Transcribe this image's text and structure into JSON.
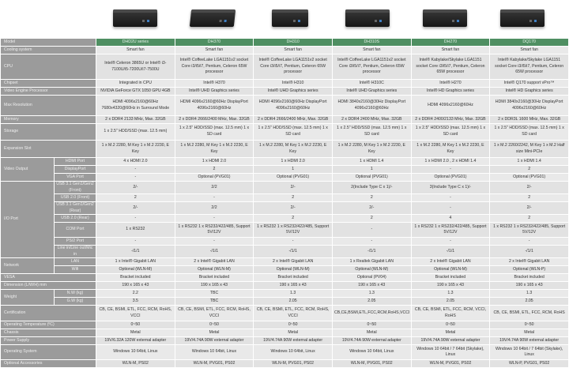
{
  "product_images": [
    {
      "name": "DHD2U series",
      "icon": "mini-pc-image"
    },
    {
      "name": "DH370",
      "icon": "mini-pc-image"
    },
    {
      "name": "DH310",
      "icon": "mini-pc-image"
    },
    {
      "name": "DH310S",
      "icon": "mini-pc-image"
    },
    {
      "name": "DH270",
      "icon": "mini-pc-image"
    },
    {
      "name": "DQ170",
      "icon": "mini-pc-image"
    }
  ],
  "table": {
    "header_label": "Model",
    "models": [
      "DHD2U series",
      "DH370",
      "DH310",
      "DH310S",
      "DH270",
      "DQ170"
    ],
    "rows": [
      {
        "label": "Cooling system",
        "values": [
          "Smart fan",
          "Smart fan",
          "Smart fan",
          "Smart fan",
          "Smart fan",
          "Smart fan"
        ]
      },
      {
        "label": "CPU",
        "values": [
          "Intel® Celeron 3865U or Intel® i3-7100U/i5-7200U/i7-7500U",
          "Intel® CoffeeLake LGA1151v2 socket Core i3/i5/i7, Pentium, Celeron 65W processor",
          "Intel® CoffeeLake LGA1151v2 socket Core i3/i5/i7, Pentium, Celeron 65W processor",
          "Intel® CoffeeLake LGA1151v2 socket Core i3/i5/i7, Pentium, Celeron 65W processor",
          "Intel® Kabylake/Skylake LGA1151 socket Core i3/i5/i7, Pentium, Celeron 65W processor",
          "Intel® Kabylake/Skylake LGA1151 socket Core i3/i5/i7, Pentium, Celeron 65W processor"
        ]
      },
      {
        "label": "Chipset",
        "values": [
          "Integrated in CPU",
          "Intel® H370",
          "Intel® H310",
          "Intel® H310C",
          "Intel® H270",
          "Intel® Q170 support vPro™"
        ]
      },
      {
        "label": "Video Engine Processor",
        "values": [
          "NVIDIA GeForce GTX 1050 GPU 4GB",
          "Intel® UHD Graphics series",
          "Intel® UHD Graphics series",
          "Intel® UHD Graphics series",
          "Intel® HD Graphics series",
          "Intel® HD Graphics series"
        ]
      },
      {
        "label": "Max Resolution",
        "values": [
          "HDMI 4096x2160@60Hz 7680x4320@60Hz in Surround Mode",
          "HDMI 4096x2160@60Hz DisplayPort 4096x2160@60Hz",
          "HDMI 4096x2160@60Hz DisplayPort 4096x2160@60Hz",
          "HDMI 3840x2160@30Hz DisplayPort 4096x2160@60Hz",
          "HDMI 4096x2160@60Hz",
          "HDMI 3840x2160@30Hz DisplayPort 4096x2160@60Hz"
        ]
      },
      {
        "label": "Memory",
        "values": [
          "2 x DDR4 2133 MHz, Max. 32GB",
          "2 x DDR4 2666/2400 MHz, Max. 32GB",
          "2 x DDR4 2666/2400 MHz, Max. 32GB",
          "2 x DDR4 2400 MHz, Max. 32GB",
          "2 x DDR4 2400/2133 MHz, Max. 32GB",
          "2 x DDR3L 1600 MHz, Max. 32GB"
        ]
      },
      {
        "label": "Storage",
        "values": [
          "1 x 2.5\" HDD/SSD (max. 12.5 mm)",
          "1 x 2.5\" HDD/SSD (max. 12.5 mm) 1 x SD card",
          "1 x 2.5\" HDD/SSD (max. 12.5 mm) 1 x SD card",
          "1 x 2.5\" HDD/SSD (max. 12.5 mm) 1 x SD card",
          "1 x 2.5\" HDD/SSD (max. 12.5 mm) 1 x SD card",
          "1 x 2.5\" HDD/SSD (max. 12.5 mm) 1 x SD card"
        ]
      },
      {
        "label": "Expansion Slot",
        "values": [
          "1 x M.2 2280, M Key 1 x M.2 2230, E Key",
          "1 x M.2 2280, M Key 1 x M.2 2230, E Key",
          "1 x M.2 2280, M Key 1 x M.2 2230, E Key",
          "1 x M.2 2280, M Key 1 x M.2 2230, E Key",
          "1 x M.2 2280, M Key 1 x M.2 2230, E Key",
          "1 x M.2 2260/2242, M Key 1 x M.2 Half size Mini-PCIe"
        ]
      }
    ],
    "video_output": {
      "label": "Video Output",
      "rows": [
        {
          "sub": "HDMI Port",
          "values": [
            "4 x HDMI 2.0",
            "1 x HDMI 2.0",
            "1 x HDMI 2.0",
            "1 x HDMI 1.4",
            "1 x HDMI 2.0 , 2 x HDMI 1.4",
            "1 x HDMI 1.4"
          ]
        },
        {
          "sub": "DisplayPort",
          "values": [
            "-",
            "2",
            "1",
            "1",
            "-",
            "2"
          ]
        },
        {
          "sub": "VGA Port",
          "values": [
            "-",
            "Optional (PVG01)",
            "Optional (PVG01)",
            "Optional (PVG01)",
            "Optional (PVG01)",
            "Optional (PVG01)"
          ]
        }
      ]
    },
    "io_port": {
      "label": "I/O Port",
      "rows": [
        {
          "sub": "USB 3.1 Gen1/Gen2 (Front)",
          "values": [
            "2/-",
            "2/2",
            "2/-",
            "2(Include Type C x 1)/-",
            "3(Include Type C x 1)/-",
            "2/-"
          ]
        },
        {
          "sub": "USB 2.0 (Front)",
          "values": [
            "2",
            "-",
            "2",
            "2",
            "-",
            "2"
          ]
        },
        {
          "sub": "USB 3.1 Gen1/Gen2 (Rear)",
          "values": [
            "2/-",
            "2/2",
            "2/-",
            "2/-",
            "-",
            "2/-"
          ]
        },
        {
          "sub": "USB 2.0 (Rear)",
          "values": [
            "-",
            "-",
            "2",
            "2",
            "4",
            "2"
          ]
        },
        {
          "sub": "COM Port",
          "values": [
            "1 x RS232",
            "1 x RS232 1 x RS232/422/485, Support 5V/12V",
            "1 x RS232 1 x RS232/422/485, Support 5V/12V",
            "-",
            "1 x RS232 1 x RS232/422/485, Support 5V/12V",
            "1 x RS232 1 x RS232/422/485, Support 5V/12V"
          ]
        },
        {
          "sub": "PS/2 Port",
          "values": [
            "-",
            "-",
            "-",
            "-",
            "-",
            "-"
          ]
        },
        {
          "sub": "Line in/Line out/Mic in",
          "values": [
            "-/1/1",
            "-/1/1",
            "-/1/1",
            "-/1/1",
            "-/1/1",
            "-/1/1"
          ]
        }
      ]
    },
    "network": {
      "label": "Network",
      "rows": [
        {
          "sub": "LAN",
          "values": [
            "1 x Intel® Gigabit LAN",
            "2 x Intel® Gigabit LAN",
            "2 x Intel® Gigabit LAN",
            "1 x Realtek Gigabit LAN",
            "2 x Intel® Gigabit LAN",
            "2 x Intel® Gigabit LAN"
          ]
        },
        {
          "sub": "Wifi",
          "values": [
            "Optional (WLN-M)",
            "Optional (WLN-M)",
            "Optional (WLN-M)",
            "Optional (WLN-M)",
            "Optional (WLN-M)",
            "Optional (WLN-P)"
          ]
        }
      ]
    },
    "mid_rows": [
      {
        "label": "VESA",
        "values": [
          "Bracket included",
          "Bracket included",
          "Bracket included",
          "Optional (PV04)",
          "Bracket included",
          "Bracket included"
        ]
      },
      {
        "label": "Dimension (L/W/H) mm",
        "values": [
          "190 x 165 x 43",
          "190 x 165 x 43",
          "190 x 165 x 43",
          "190 x 165 x 43",
          "190 x 165 x 43",
          "190 x 165 x 43"
        ]
      }
    ],
    "weight": {
      "label": "Weight",
      "rows": [
        {
          "sub": "N.W (kg)",
          "values": [
            "2.2",
            "TBC",
            "1.3",
            "1.3",
            "1.3",
            "1.3"
          ]
        },
        {
          "sub": "G.W (kg)",
          "values": [
            "3.5",
            "TBC",
            "2.05",
            "2.05",
            "2.05",
            "2.05"
          ]
        }
      ]
    },
    "bottom_rows": [
      {
        "label": "Certification",
        "values": [
          "CB, CE, BSMI, ETL, FCC, RCM, RoHS, VCCI",
          "CB, CE, BSMI, ETL, FCC, RCM, RoHS, VCCI",
          "CB, CE, BSMI, ETL, FCC, RCM, RoHS, VCCI",
          "CB,CE,BSMI,ETL,FCC,RCM,RoHS,VCCI",
          "CB, CE, BSMI, ETL, FCC, RCM, VCCI, RoHS",
          "CB, CE, BSMI, ETL, FCC, RCM, RoHS"
        ]
      },
      {
        "label": "Operating Temperature (ºC)",
        "values": [
          "0~50",
          "0~50",
          "0~50",
          "0~50",
          "0~50",
          "0~50"
        ]
      },
      {
        "label": "Chassis",
        "values": [
          "Metal",
          "Metal",
          "Metal",
          "Metal",
          "Metal",
          "Metal"
        ]
      },
      {
        "label": "Power Supply",
        "values": [
          "19V/6.32A 120W external adapter",
          "19V/4.74A 90W external adapter",
          "19V/4.74A 90W external adapter",
          "19V/4.74A 90W external adapter",
          "19V/4.74A 90W external adapter",
          "19V/4.74A 90W external adapter"
        ]
      },
      {
        "label": "Operating System",
        "values": [
          "Windows 10 64bit, Linux",
          "Windows 10 64bit, Linux",
          "Windows 10 64bit, Linux",
          "Windows 10 64bit, Linux",
          "Windows 10 64bit / 7 64bit (Skylake), Linux",
          "Windows 10 64bit / 7 64bit (Skylake), Linux"
        ]
      },
      {
        "label": "Optional Accessories",
        "values": [
          "WLN-M, PS02",
          "WLN-M, PVG01, PS02",
          "WLN-M, PVG01, PS02",
          "WLN-M, PVG01, PS02",
          "WLN-M, PVG01, PS02",
          "WLN-P, PVG01, PS02"
        ]
      }
    ]
  },
  "colors": {
    "header_green": "#4f8f62",
    "label_gray": "#9b9b9b",
    "cell_bg": "#e9e9e9"
  }
}
